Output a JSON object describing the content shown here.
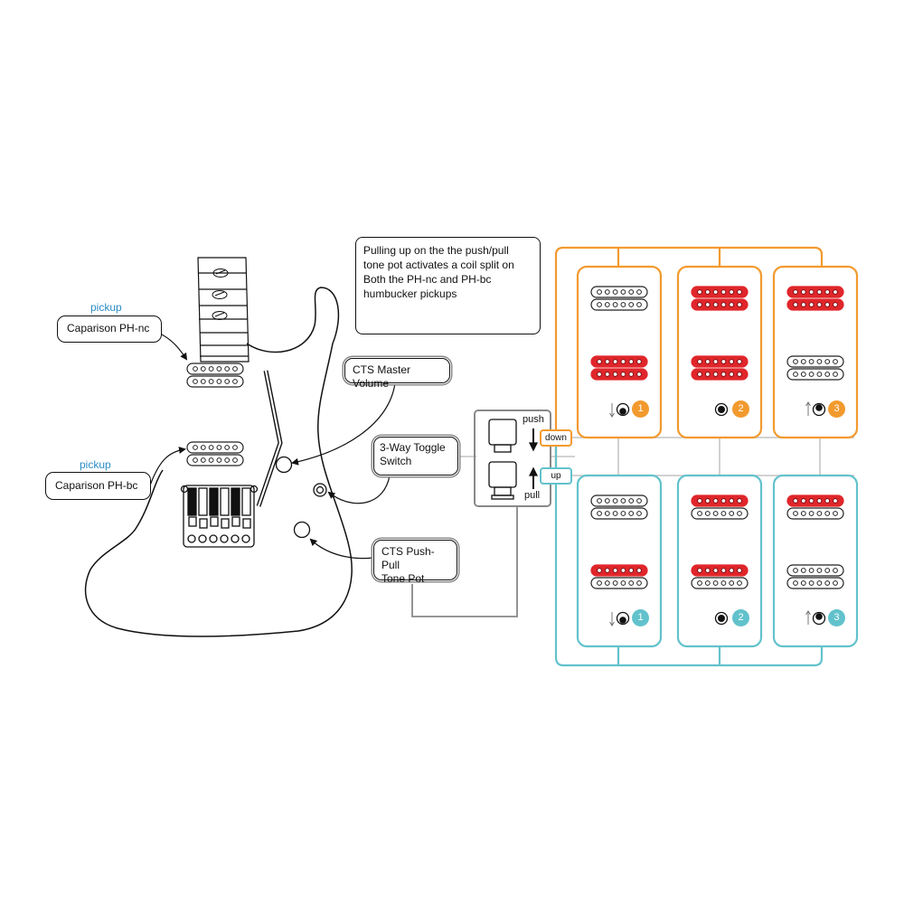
{
  "labels": {
    "pickup_top_tag": "pickup",
    "pickup_top_name": "Caparison PH-nc",
    "pickup_bottom_tag": "pickup",
    "pickup_bottom_name": "Caparison PH-bc",
    "volume": "CTS Master Volume",
    "toggle_line1": "3-Way Toggle",
    "toggle_line2": "Switch",
    "tone_line1": "CTS Push-Pull",
    "tone_line2": "Tone Pot",
    "push": "push",
    "pull": "pull",
    "down": "down",
    "up": "up"
  },
  "note": "Pulling up on the the push/pull tone pot  activates a  coil split on Both the PH-nc and PH-bc humbucker pickups",
  "colors": {
    "orange": "#f29a2e",
    "teal": "#62c2cc",
    "red": "#e0262b",
    "gray": "#c8c8c8",
    "dark": "#111111"
  },
  "positions": {
    "down": [
      {
        "number": "1",
        "neck": "off",
        "bridge": "full",
        "toggle": "down"
      },
      {
        "number": "2",
        "neck": "full",
        "bridge": "full",
        "toggle": "middle"
      },
      {
        "number": "3",
        "neck": "full",
        "bridge": "off",
        "toggle": "up"
      }
    ],
    "up": [
      {
        "number": "1",
        "neck": "off",
        "bridge": "split",
        "toggle": "down"
      },
      {
        "number": "2",
        "neck": "split",
        "bridge": "split",
        "toggle": "middle"
      },
      {
        "number": "3",
        "neck": "split",
        "bridge": "off",
        "toggle": "up"
      }
    ]
  }
}
